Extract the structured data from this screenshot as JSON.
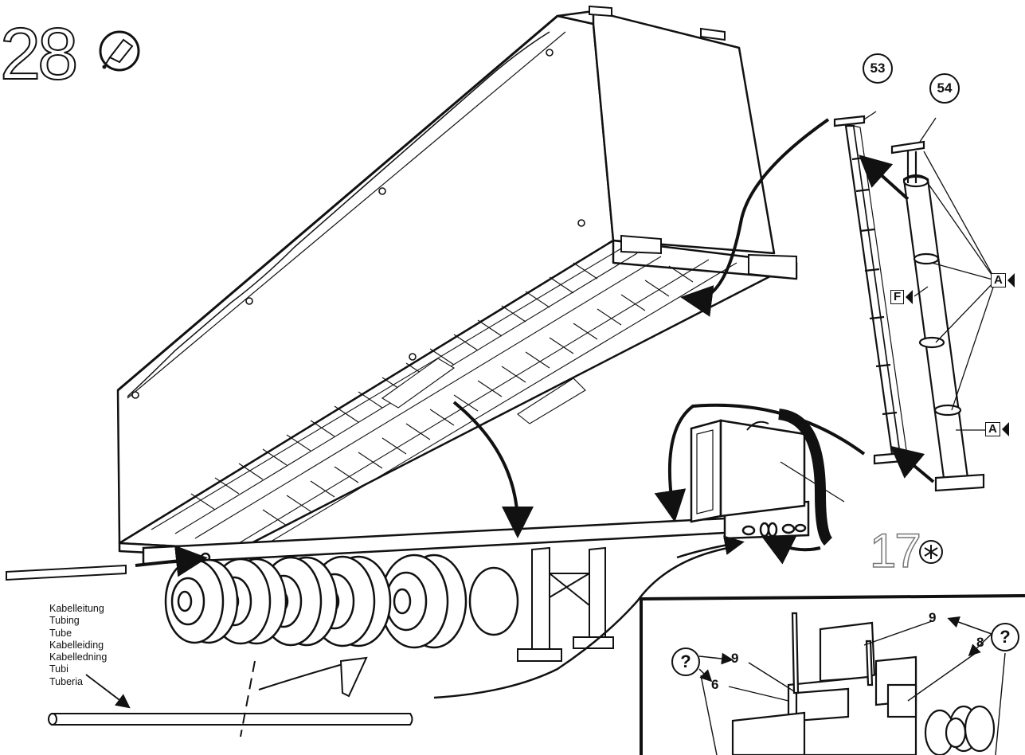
{
  "step": {
    "number": "28",
    "glue_icon": "glue-tube-icon"
  },
  "parts": {
    "p53": "53",
    "p54": "54",
    "p17": "17",
    "p17_symbol": "asterisk-circle-icon"
  },
  "tags": {
    "a1": "A",
    "a2": "A",
    "f": "F"
  },
  "tubing_labels": [
    "Kabelleitung",
    "Tubing",
    "Tube",
    "Kabelleiding",
    "Kabelledning",
    "Tubi",
    "Tuberia"
  ],
  "inset": {
    "labels": {
      "n9_top": "9",
      "n9_left": "9",
      "n6": "6",
      "n8": "8"
    },
    "question": "?"
  },
  "colors": {
    "ink": "#111111",
    "paper": "#ffffff",
    "grey_outline": "#777777"
  }
}
